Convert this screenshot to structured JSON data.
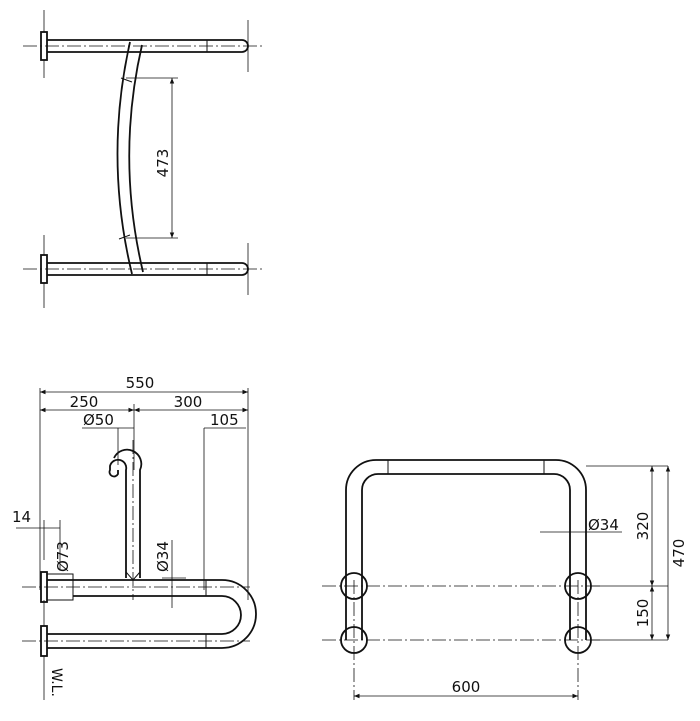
{
  "labels": {
    "top_span": "473",
    "total_width": "550",
    "left_width": "250",
    "right_width": "300",
    "dia_small_end": "Ø50",
    "projection_end": "105",
    "offset": "14",
    "dia_flange": "Ø73",
    "dia_tube_side": "Ø34",
    "dia_tube_front": "Ø34",
    "height_upper": "320",
    "height_total": "470",
    "height_lower": "150",
    "base_width": "600",
    "wall_mark": "W.L."
  }
}
